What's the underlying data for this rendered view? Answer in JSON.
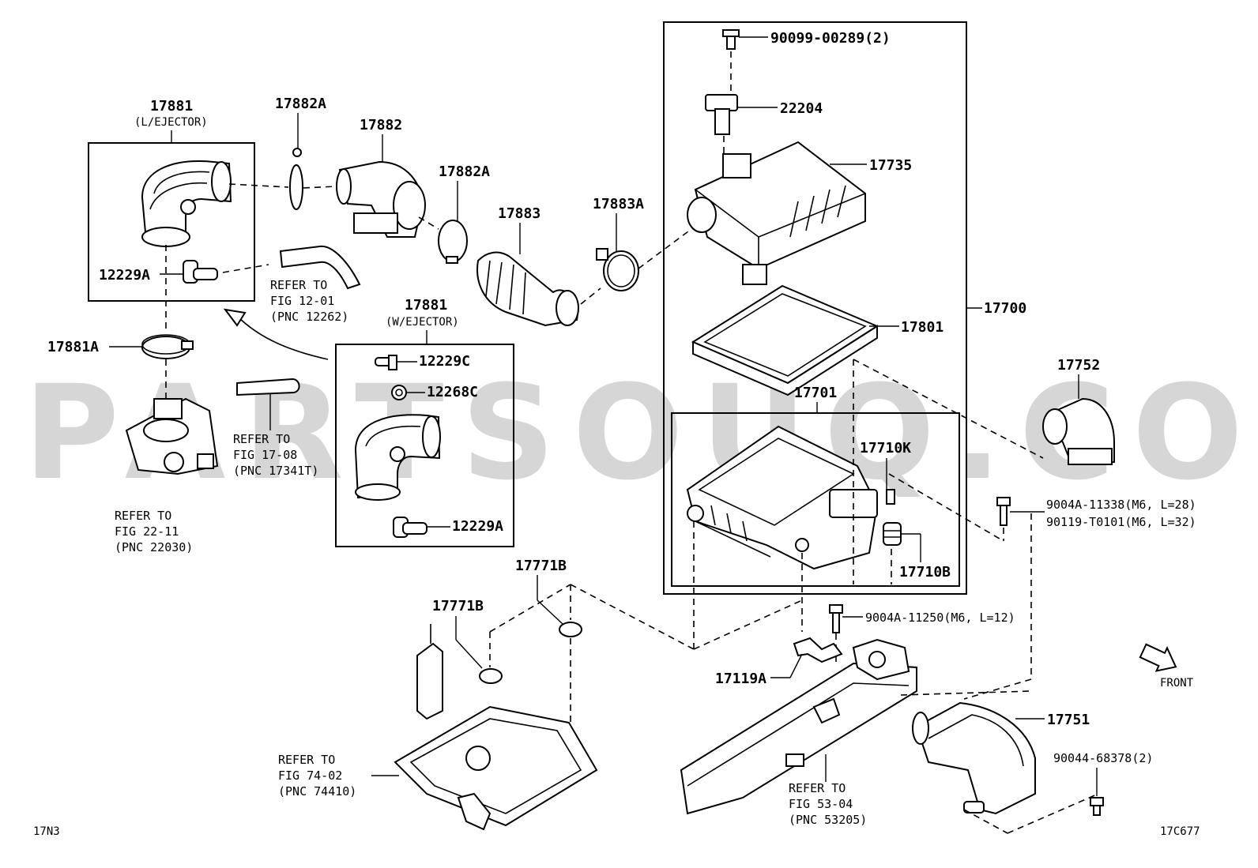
{
  "watermark": "PARTSOUQ.COM",
  "labels": {
    "p17881_l": "17881",
    "p17881_l_sub": "(L/EJECTOR)",
    "p17882A_1": "17882A",
    "p17882": "17882",
    "p17882A_2": "17882A",
    "p17883": "17883",
    "p17883A": "17883A",
    "p12229A_1": "12229A",
    "p17881A": "17881A",
    "p17881_w": "17881",
    "p17881_w_sub": "(W/EJECTOR)",
    "p12229C": "12229C",
    "p12268C": "12268C",
    "p12229A_2": "12229A",
    "p90099": "90099-00289(2)",
    "p22204": "22204",
    "p17735": "17735",
    "p17700": "17700",
    "p17801": "17801",
    "p17701": "17701",
    "p17752": "17752",
    "p17710K": "17710K",
    "p17710B": "17710B",
    "p9004A_11338": "9004A-11338(M6, L=28)",
    "p90119": "90119-T0101(M6, L=32)",
    "p9004A_11250": "9004A-11250(M6, L=12)",
    "p17771B_1": "17771B",
    "p17771B_2": "17771B",
    "p17119A": "17119A",
    "p17751": "17751",
    "p90044": "90044-68378(2)",
    "front": "FRONT",
    "fig_code_left": "17N3",
    "fig_code_right": "17C677"
  },
  "refs": {
    "r12_01": [
      "REFER TO",
      "FIG 12-01",
      "(PNC 12262)"
    ],
    "r17_08": [
      "REFER TO",
      "FIG 17-08",
      "(PNC 17341T)"
    ],
    "r22_11": [
      "REFER TO",
      "FIG 22-11",
      "(PNC 22030)"
    ],
    "r74_02": [
      "REFER TO",
      "FIG 74-02",
      "(PNC 74410)"
    ],
    "r53_04": [
      "REFER TO",
      "FIG 53-04",
      "(PNC 53205)"
    ]
  }
}
